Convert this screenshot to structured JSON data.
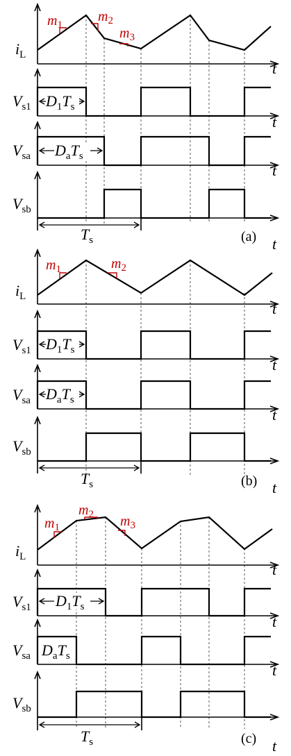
{
  "panels": [
    {
      "caption": "(a)",
      "axis_label": "t",
      "traces": [
        {
          "name": "iL",
          "label_main": "i",
          "label_sub": "L",
          "duty_text": null
        },
        {
          "name": "Vs1",
          "label_main": "V",
          "label_sub": "s1",
          "duty_text": {
            "pre": "D",
            "sub": "1",
            "mid": "T",
            "sub2": "s"
          }
        },
        {
          "name": "Vsa",
          "label_main": "V",
          "label_sub": "sa",
          "duty_text": {
            "pre": "D",
            "sub": "a",
            "mid": "T",
            "sub2": "s"
          }
        },
        {
          "name": "Vsb",
          "label_main": "V",
          "label_sub": "sb",
          "duty_text": null
        }
      ],
      "slopes": [
        {
          "m": "m",
          "sub": "1"
        },
        {
          "m": "m",
          "sub": "2"
        },
        {
          "m": "m",
          "sub": "3"
        }
      ],
      "period": {
        "main": "T",
        "sub": "s"
      }
    },
    {
      "caption": "(b)",
      "axis_label": "t",
      "traces": [
        {
          "name": "iL",
          "label_main": "i",
          "label_sub": "L",
          "duty_text": null
        },
        {
          "name": "Vs1",
          "label_main": "V",
          "label_sub": "s1",
          "duty_text": {
            "pre": "D",
            "sub": "1",
            "mid": "T",
            "sub2": "s"
          }
        },
        {
          "name": "Vsa",
          "label_main": "V",
          "label_sub": "sa",
          "duty_text": {
            "pre": "D",
            "sub": "a",
            "mid": "T",
            "sub2": "s"
          }
        },
        {
          "name": "Vsb",
          "label_main": "V",
          "label_sub": "sb",
          "duty_text": null
        }
      ],
      "slopes": [
        {
          "m": "m",
          "sub": "1"
        },
        {
          "m": "m",
          "sub": "2"
        }
      ],
      "period": {
        "main": "T",
        "sub": "s"
      }
    },
    {
      "caption": "(c)",
      "axis_label": "t",
      "traces": [
        {
          "name": "iL",
          "label_main": "i",
          "label_sub": "L",
          "duty_text": null
        },
        {
          "name": "Vs1",
          "label_main": "V",
          "label_sub": "s1",
          "duty_text": {
            "pre": "D",
            "sub": "1",
            "mid": "T",
            "sub2": "s"
          }
        },
        {
          "name": "Vsa",
          "label_main": "V",
          "label_sub": "sa",
          "duty_text": {
            "pre": "D",
            "sub": "a",
            "mid": "T",
            "sub2": "s"
          }
        },
        {
          "name": "Vsb",
          "label_main": "V",
          "label_sub": "sb",
          "duty_text": null
        }
      ],
      "slopes": [
        {
          "m": "m",
          "sub": "1"
        },
        {
          "m": "m",
          "sub": "2"
        },
        {
          "m": "m",
          "sub": "3"
        }
      ],
      "period": {
        "main": "T",
        "sub": "s"
      }
    }
  ]
}
